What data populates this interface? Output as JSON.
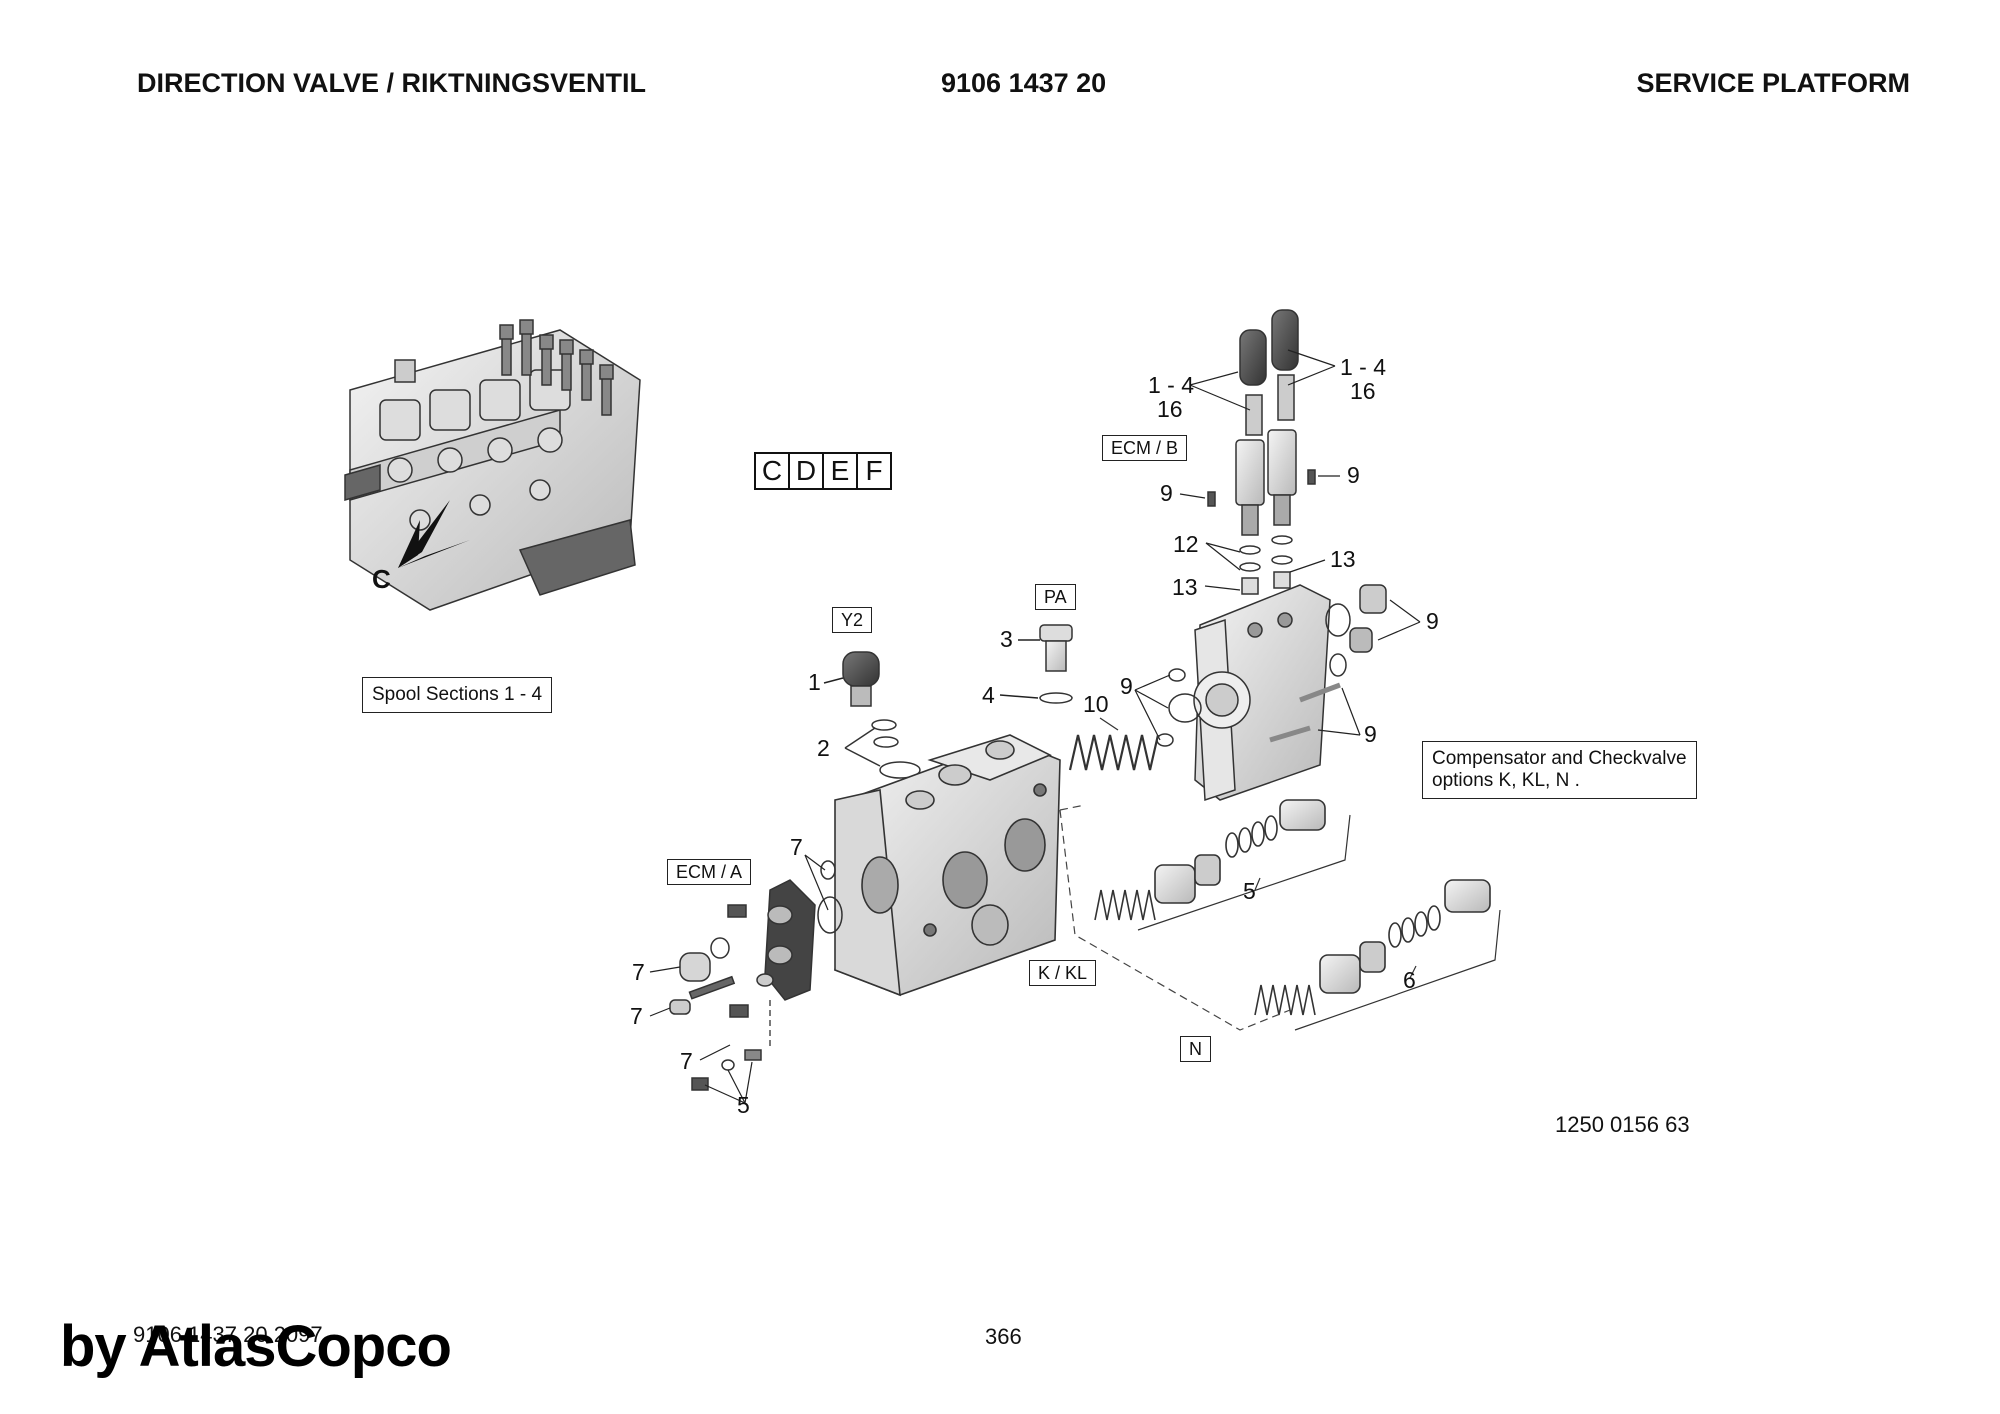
{
  "header": {
    "left": "DIRECTION VALVE / RIKTNINGSVENTIL",
    "center": "9106 1437 20",
    "right": "SERVICE PLATFORM"
  },
  "view_letters": [
    "C",
    "D",
    "E",
    "F"
  ],
  "view_marker": "C",
  "notes": {
    "spool_sections": "Spool Sections 1 - 4",
    "compensator_line1": "Compensator and Checkvalve",
    "compensator_line2": "options K, KL, N ."
  },
  "boxes": {
    "ecm_b": "ECM / B",
    "pa": "PA",
    "y2": "Y2",
    "ecm_a": "ECM / A",
    "k_kl": "K / KL",
    "n": "N"
  },
  "callouts": {
    "range_1_4_left": "1 - 4",
    "sixteen_left": "16",
    "range_1_4_right": "1 - 4",
    "sixteen_right": "16",
    "nine_a": "9",
    "nine_b": "9",
    "twelve": "12",
    "thirteen_a": "13",
    "thirteen_b": "13",
    "nine_c": "9",
    "nine_d": "9",
    "nine_e": "9",
    "three": "3",
    "four": "4",
    "ten": "10",
    "one": "1",
    "two": "2",
    "seven_a": "7",
    "seven_b": "7",
    "seven_c": "7",
    "seven_d": "7",
    "five_a": "5",
    "five_b": "5",
    "six": "6"
  },
  "doc_number": "1250 0156 63",
  "footer": {
    "code": "9106 1437 20 2097",
    "page": "366",
    "brand": "by AtlasCopco"
  }
}
